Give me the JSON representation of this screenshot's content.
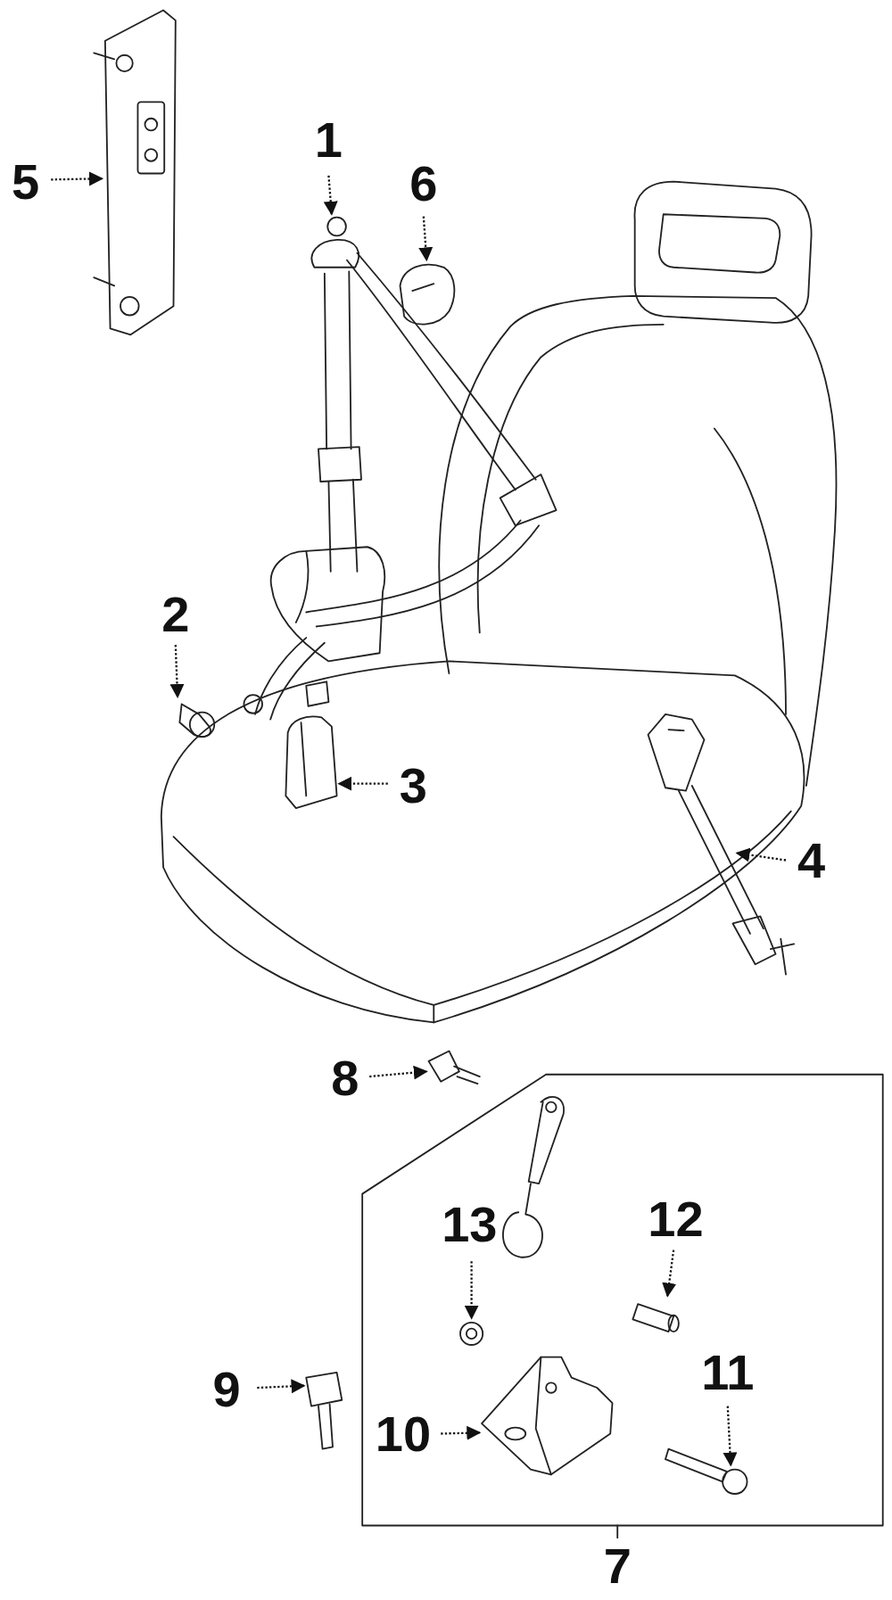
{
  "diagram": {
    "labels": [
      "5",
      "1",
      "6",
      "2",
      "3",
      "4",
      "8",
      "13",
      "12",
      "11",
      "9",
      "10",
      "7"
    ]
  }
}
